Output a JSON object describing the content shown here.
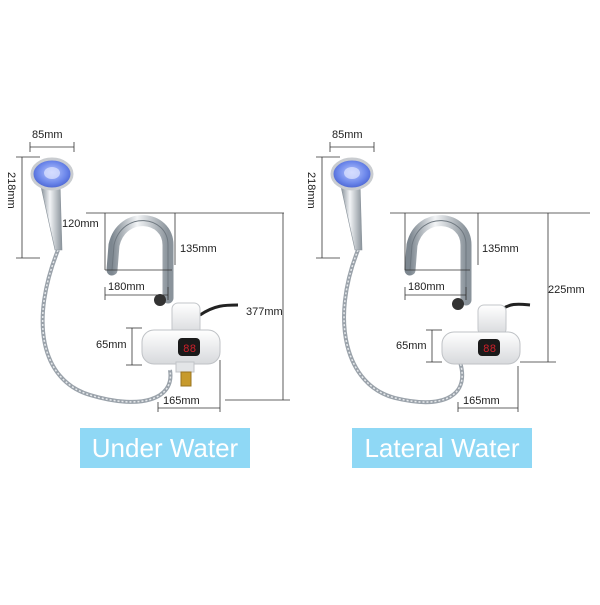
{
  "left_panel": {
    "dims": {
      "head_width": "85mm",
      "head_height": "218mm",
      "spout_reach": "120mm",
      "spout_height": "135mm",
      "base_to_spout": "180mm",
      "total_height": "377mm",
      "body_height": "65mm",
      "body_width": "165mm"
    },
    "label": "Under Water"
  },
  "right_panel": {
    "dims": {
      "head_width": "85mm",
      "head_height": "218mm",
      "spout_height": "135mm",
      "base_to_spout": "180mm",
      "total_height": "225mm",
      "body_height": "65mm",
      "body_width": "165mm"
    },
    "label": "Lateral Water"
  },
  "colors": {
    "badge_bg": "#8fd8f5",
    "badge_text": "#ffffff",
    "shower_blue": "#4f6fe0",
    "display_red": "#d0202a"
  }
}
